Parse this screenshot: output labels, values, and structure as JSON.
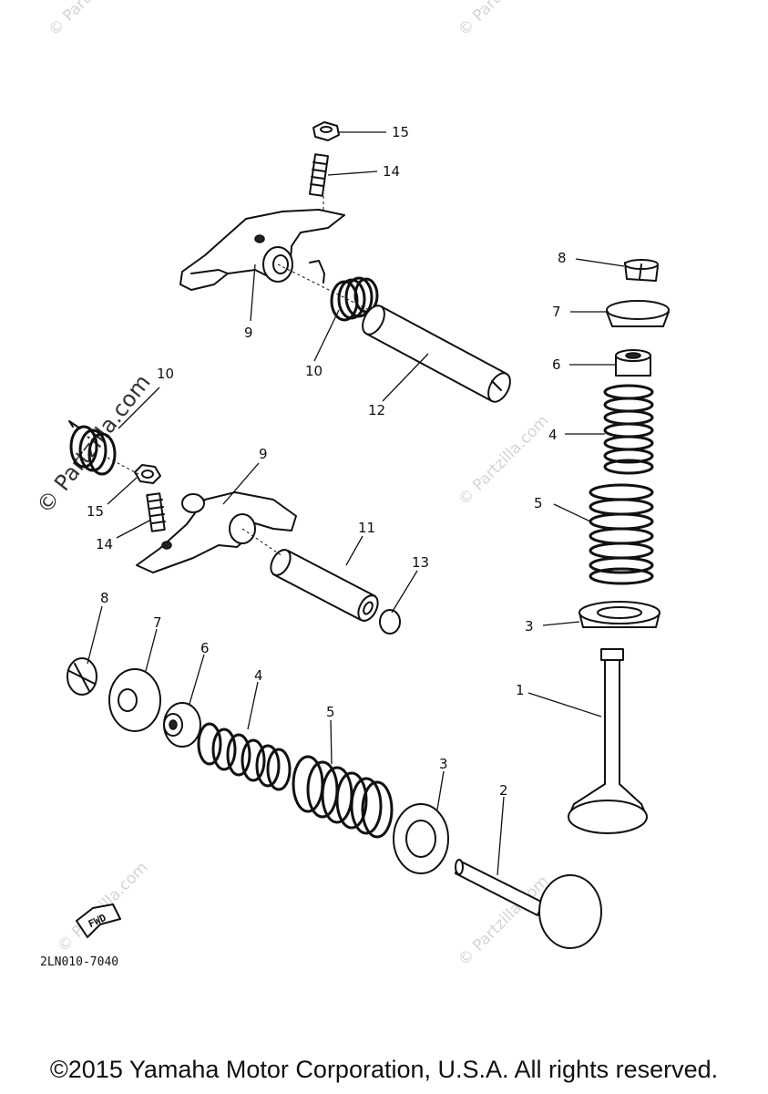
{
  "diagram": {
    "diagram_code": "2LN010-7040",
    "fwd_label": "FWD",
    "callouts": {
      "c15_upper": "15",
      "c14_upper": "14",
      "c9_upper": "9",
      "c10_upper": "10",
      "c12": "12",
      "c10_left": "10",
      "c9_lower": "9",
      "c15_lower": "15",
      "c14_lower": "14",
      "c11": "11",
      "c13": "13",
      "c8_right": "8",
      "c7_right": "7",
      "c6_right": "6",
      "c4_right": "4",
      "c5_right": "5",
      "c3_right": "3",
      "c1": "1",
      "c8_left": "8",
      "c7_left": "7",
      "c6_left": "6",
      "c4_left": "4",
      "c5_left": "5",
      "c3_left": "3",
      "c2": "2"
    },
    "watermark_text": "© Partzilla.com"
  },
  "footer": {
    "copyright": "©2015 Yamaha Motor Corporation, U.S.A. All rights reserved."
  }
}
